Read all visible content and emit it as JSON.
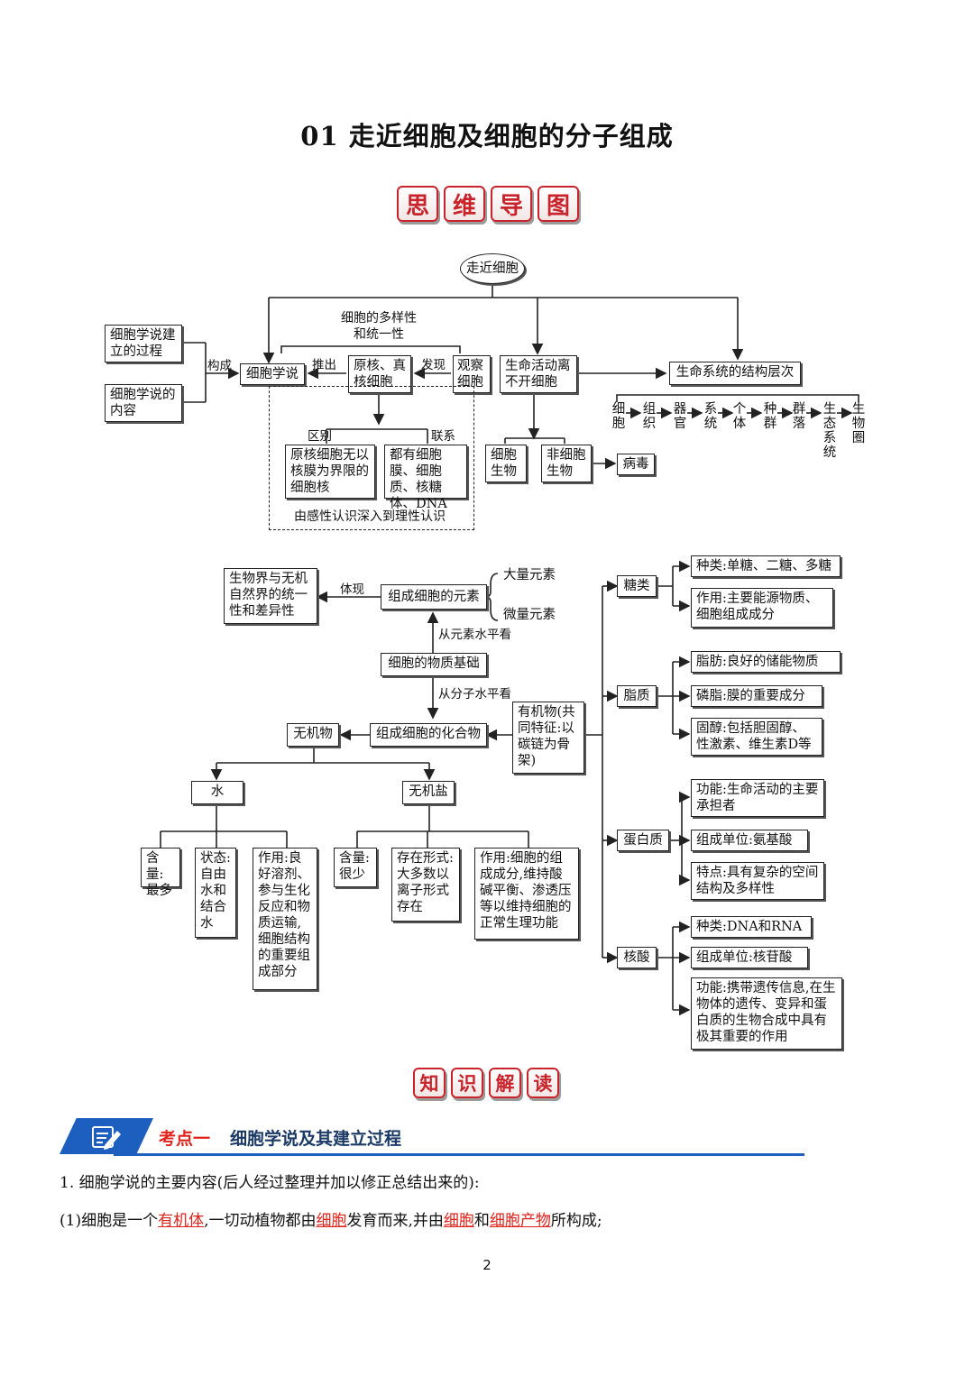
{
  "title": "01  走近细胞及细胞的分子组成",
  "badge_mindmap": [
    "思",
    "维",
    "导",
    "图"
  ],
  "badge_knowledge": [
    "知",
    "识",
    "解",
    "读"
  ],
  "map1": {
    "root": "走近细胞",
    "cell_theory_process": "细胞学说建立的过程",
    "cell_theory_content": "细胞学说的内容",
    "constitute": "构成",
    "cell_theory": "细胞学说",
    "derive": "推出",
    "prokaryote_eukaryote": "原核、真核细胞",
    "discover": "发现",
    "observe_cells": "观察细胞",
    "diversity_unity": "细胞的多样性和统一性",
    "difference": "区别",
    "connection": "联系",
    "difference_text": "原核细胞无以核膜为界限的细胞核",
    "connection_text": "都有细胞膜、细胞质、核糖体、DNA",
    "perceptual": "由感性认识深入到理性认识",
    "life_needs_cells": "生命活动离不开细胞",
    "cellular_organisms": "细胞生物",
    "noncellular_organisms": "非细胞生物",
    "virus": "病毒",
    "life_system_levels": "生命系统的结构层次",
    "levels": [
      "细胞",
      "组织",
      "器官",
      "系统",
      "个体",
      "种群",
      "群落",
      "生态系统",
      "生物圈"
    ]
  },
  "map2": {
    "unity_difference": "生物界与无机自然界的统一性和差异性",
    "embody": "体现",
    "elements": "组成细胞的元素",
    "macro_elements": "大量元素",
    "micro_elements": "微量元素",
    "from_element_level": "从元素水平看",
    "material_basis": "细胞的物质基础",
    "from_molecule_level": "从分子水平看",
    "compounds": "组成细胞的化合物",
    "inorganic": "无机物",
    "organic": "有机物(共同特征:以碳链为骨架)",
    "water": "水",
    "inorganic_salt": "无机盐",
    "water_content": "含量:最多",
    "water_state": "状态:自由水和结合水",
    "water_function": "作用:良好溶剂、参与生化反应和物质运输,细胞结构的重要组成部分",
    "salt_content": "含量:很少",
    "salt_form": "存在形式:大多数以离子形式存在",
    "salt_function": "作用:细胞的组成成分,维持酸碱平衡、渗透压等以维持细胞的正常生理功能",
    "sugar": "糖类",
    "sugar_kinds": "种类:单糖、二糖、多糖",
    "sugar_function": "作用:主要能源物质、细胞组成成分",
    "lipid": "脂质",
    "fat": "脂肪:良好的储能物质",
    "phospholipid": "磷脂:膜的重要成分",
    "sterol": "固醇:包括胆固醇、性激素、维生素D等",
    "protein": "蛋白质",
    "protein_function": "功能:生命活动的主要承担者",
    "protein_unit": "组成单位:氨基酸",
    "protein_feature": "特点:具有复杂的空间结构及多样性",
    "nucleic_acid": "核酸",
    "na_kinds": "种类:DNA和RNA",
    "na_unit": "组成单位:核苷酸",
    "na_function": "功能:携带遗传信息,在生物体的遗传、变异和蛋白质的生物合成中具有极其重要的作用"
  },
  "section": {
    "kaodian": "考点一",
    "title": "细胞学说及其建立过程"
  },
  "paragraph1": "1. 细胞学说的主要内容(后人经过整理并加以修正总结出来的):",
  "paragraph2": {
    "p1": "(1)细胞是一个",
    "r1": "有机体",
    "p2": ",一切动植物都由",
    "r2": "细胞",
    "p3": "发育而来,并由",
    "r3": "细胞",
    "p4": "和",
    "r4": "细胞产物",
    "p5": "所构成;"
  },
  "page_number": "2",
  "colors": {
    "accent_red": "#e0231b",
    "header_blue": "#1c5fbf",
    "badge_red": "#c9242b"
  }
}
